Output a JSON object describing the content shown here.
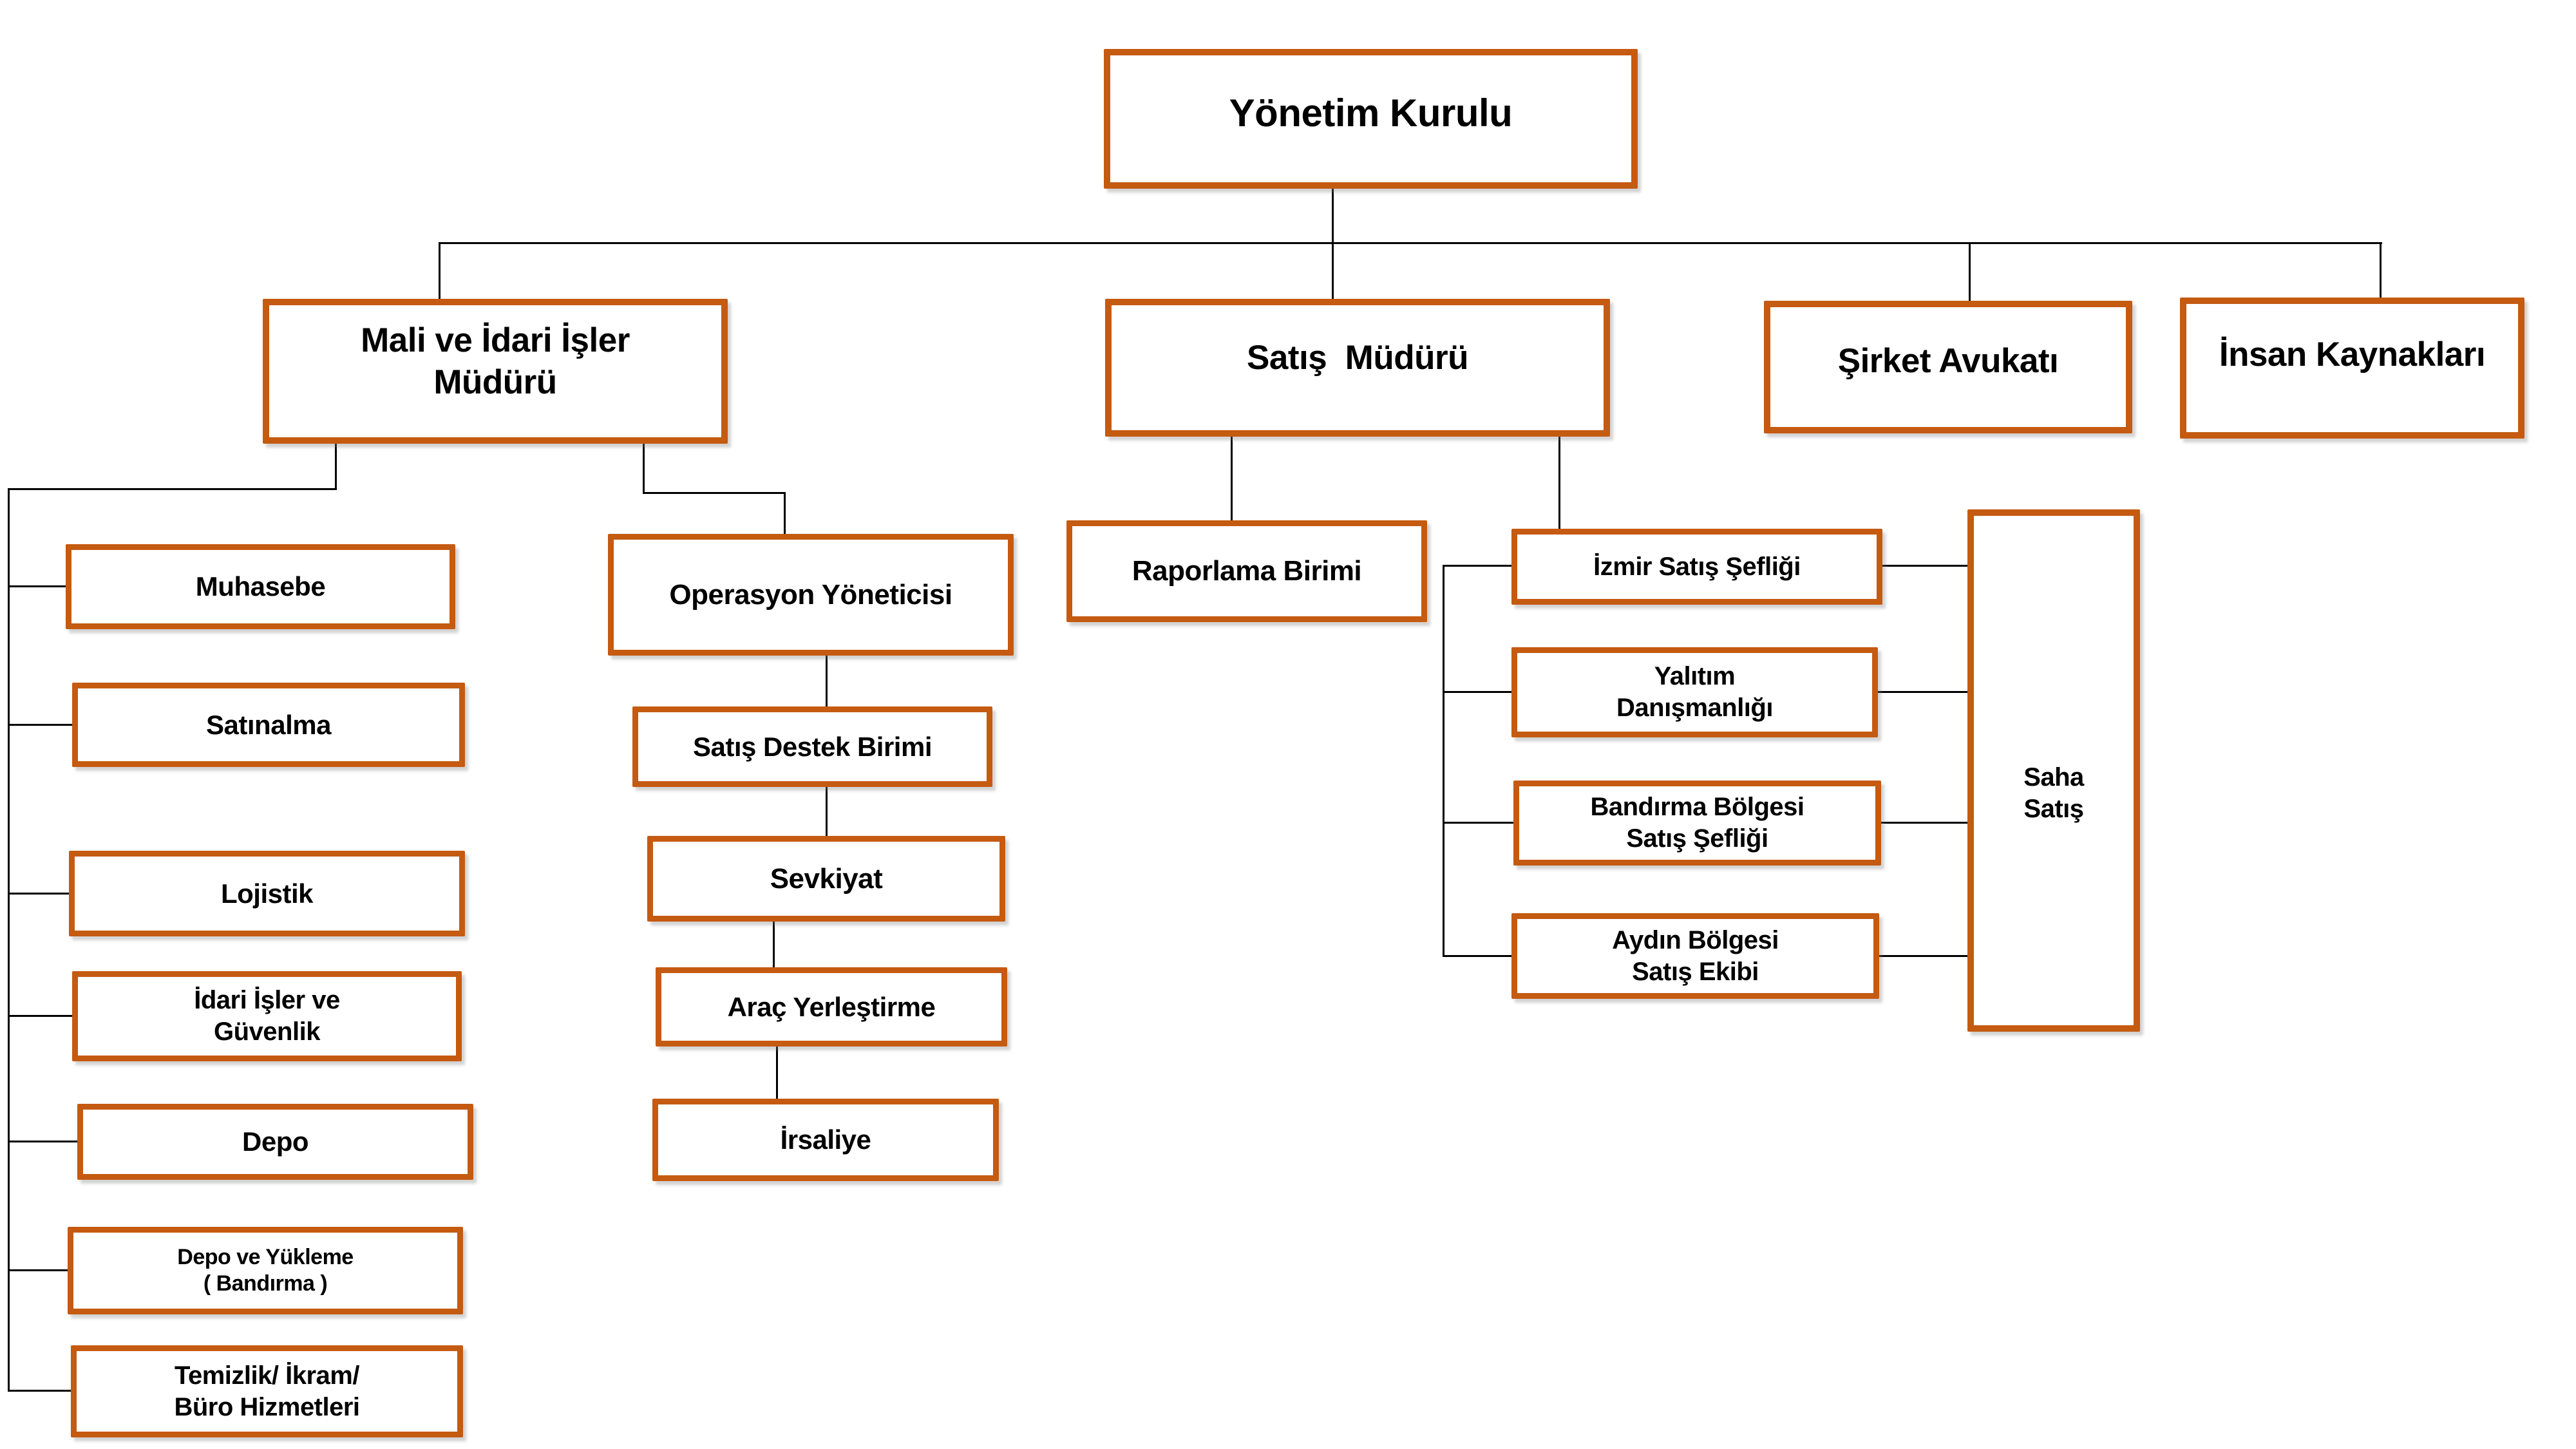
{
  "diagram": {
    "type": "org-chart",
    "colors": {
      "accent": "#C55A11",
      "line": "#000000",
      "background": "#FFFFFF",
      "text": "#000000"
    },
    "nodes": {
      "yonetim_kurulu": {
        "label": "Yönetim Kurulu"
      },
      "mali_idari": {
        "label": "Mali ve İdari İşler\nMüdürü"
      },
      "satis_muduru": {
        "label": "Satış  Müdürü"
      },
      "sirket_avukati": {
        "label": "Şirket Avukatı"
      },
      "insan_kaynaklari": {
        "label": "İnsan Kaynakları"
      },
      "muhasebe": {
        "label": "Muhasebe"
      },
      "satinalma": {
        "label": "Satınalma"
      },
      "lojistik": {
        "label": "Lojistik"
      },
      "idari_guvenlik": {
        "label": "İdari İşler ve\nGüvenlik"
      },
      "depo": {
        "label": "Depo"
      },
      "depo_yukleme": {
        "label": "Depo ve Yükleme\n( Bandırma )"
      },
      "temizlik": {
        "label": "Temizlik/ İkram/\nBüro Hizmetleri"
      },
      "operasyon": {
        "label": "Operasyon Yöneticisi"
      },
      "satis_destek": {
        "label": "Satış Destek Birimi"
      },
      "sevkiyat": {
        "label": "Sevkiyat"
      },
      "arac_yerlestirme": {
        "label": "Araç Yerleştirme"
      },
      "irsaliye": {
        "label": "İrsaliye"
      },
      "raporlama": {
        "label": "Raporlama Birimi"
      },
      "izmir_satis": {
        "label": "İzmir Satış Şefliği"
      },
      "yalitim": {
        "label": "Yalıtım\nDanışmanlığı"
      },
      "bandirma": {
        "label": "Bandırma Bölgesi\nSatış Şefliği"
      },
      "aydin": {
        "label": "Aydın Bölgesi\nSatış Ekibi"
      },
      "saha_satis": {
        "label": "Saha\nSatış"
      }
    }
  }
}
